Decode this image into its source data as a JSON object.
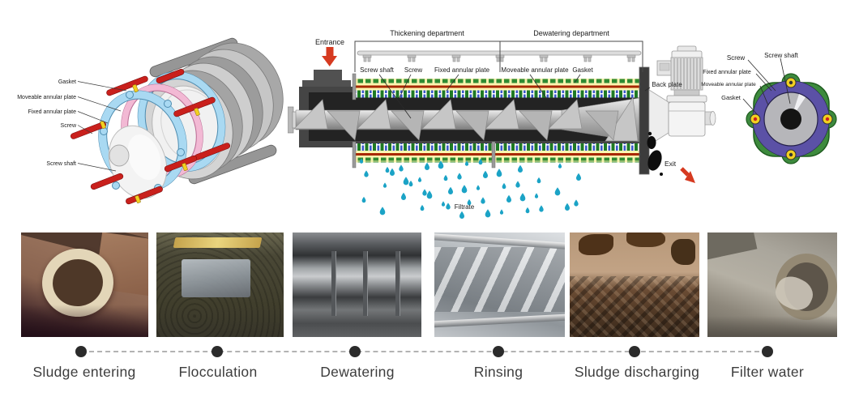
{
  "exploded_view": {
    "labels": {
      "gasket": "Gasket",
      "moveable_annular_plate": "Moveable annular plate",
      "fixed_annular_plate": "Fixed annular plate",
      "screw": "Screw",
      "screw_shaft": "Screw shaft"
    }
  },
  "cross_section": {
    "entrance": "Entrance",
    "thickening_department": "Thickening department",
    "dewatering_department": "Dewatering department",
    "screw_shaft": "Screw shaft",
    "screw": "Screw",
    "fixed_annular_plate": "Fixed annular plate",
    "moveable_annular_plate": "Moveable annular plate",
    "gasket": "Gasket",
    "back_plate": "Back plate",
    "exit": "Exit",
    "filtrate": "Filtrate"
  },
  "front_view": {
    "screw": "Screw",
    "screw_shaft": "Screw shaft",
    "fixed_annular_plate": "Fixed annular plate",
    "moveable_annular_plate": "Moveable annular plate",
    "gasket": "Gasket"
  },
  "process_steps": [
    "Sludge entering",
    "Flocculation",
    "Dewatering",
    "Rinsing",
    "Sludge discharging",
    "Filter water"
  ],
  "colors": {
    "accent_red": "#d63a20",
    "rod_red": "#c9201c",
    "filtrate_blue": "#1ba3c6",
    "plate_blue": "#a9d9f2",
    "plate_pink": "#f2b9d4",
    "ring_purple": "#5b51a6",
    "ring_green": "#3d8a3d",
    "bolt_yellow": "#f2d021"
  }
}
